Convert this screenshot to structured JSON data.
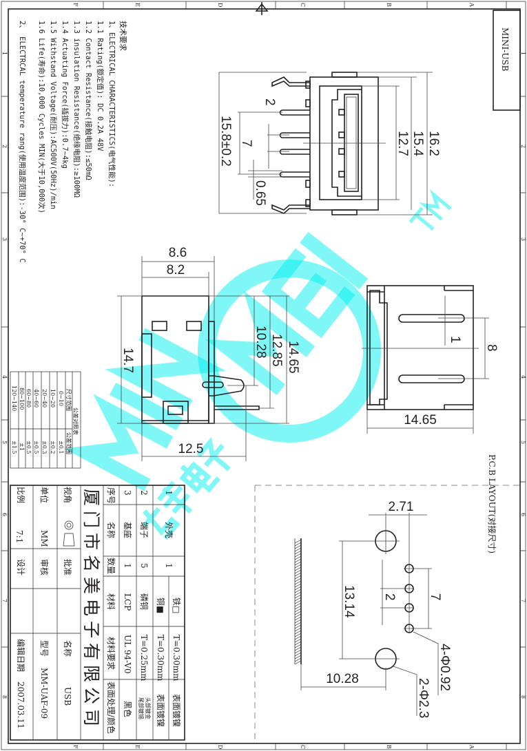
{
  "title_box": "MINI-USB",
  "grid": {
    "letters": [
      "F",
      "E",
      "D",
      "C",
      "B",
      "A"
    ],
    "numbers": [
      "1",
      "2",
      "3",
      "4",
      "5",
      "6",
      "7",
      "8"
    ]
  },
  "requirements": {
    "heading": "技术要求",
    "lines": [
      "1、ELECTRICAL CHARACTERISTICS(电气性能):",
      "1.1 Rating(额定值): DC 0.2A 48V",
      "1.2 Contact Resistance(接触电阻):≤50mΩ",
      "1.3 insulation Resistance(绝缘电阻):≥100MΩ",
      "1.4 Actuating Force(插拔力):0.7~4kg",
      "1.5 Withstand Voltage(耐压):AC500V(50Hz)/min",
      "1.6 Life(寿命):10,000 Cycles MIN(大于10,000次)",
      "2、 ELECTRCAL temperature rang(使用温度范围):-30° C~+70° C"
    ]
  },
  "top_view": {
    "d1": "16.2",
    "d2": "15.4",
    "d3": "12.7",
    "d4": "15.8±0.2",
    "d5": "7",
    "d6": "2",
    "d7": "0.65"
  },
  "side_view": {
    "d1": "8.6",
    "d2": "8.2",
    "d3": "14.7",
    "d4": "10.28",
    "d5": "12.85",
    "d6": "14.65",
    "d7": "12.5"
  },
  "front_view": {
    "d1": "1",
    "d2": "8",
    "d3": "14.65"
  },
  "pcb": {
    "title": "P.C.B LAYOUT(对接尺寸)",
    "d1": "2.71",
    "d2": "13.14",
    "d3": "2",
    "d4": "7",
    "d5": "10.28",
    "d6": "4-Φ0.92",
    "d7": "2-Φ2.3"
  },
  "tolerance": {
    "title": "公差对照表",
    "header": [
      "尺寸范围",
      "公差范围"
    ],
    "rows": [
      [
        "0~10",
        "±0.1"
      ],
      [
        "10~20",
        "±0.2"
      ],
      [
        "20~40",
        "±0.3"
      ],
      [
        "40~60",
        "±0.5"
      ],
      [
        "60~80",
        "±0.5"
      ],
      [
        "80~100",
        "±1"
      ],
      [
        "120~140",
        "±1.5"
      ]
    ]
  },
  "bom": {
    "headers": [
      "序号",
      "名称",
      "数量",
      "材料",
      "材料要求",
      "表面处理/颜色"
    ],
    "rows": [
      {
        "no": "1",
        "name": "外壳",
        "qty": "1",
        "mat_a": "铁□",
        "mat_b": "铜■",
        "req_a": "T=0.30mm",
        "req_b": "T=0.30mm",
        "fin_a": "表面镀镍",
        "fin_b": "表面镀镍"
      },
      {
        "no": "2",
        "name": "端子",
        "qty": "5",
        "mat": "磷铜",
        "req": "T=0.25mm",
        "fin_a": "头部镀金",
        "fin_b": "尾部镀锡"
      },
      {
        "no": "3",
        "name": "基座",
        "qty": "1",
        "mat": "LCP",
        "req": "UL 94-V0",
        "fin": "黑色"
      }
    ]
  },
  "title_block": {
    "company": "厦门市名美电子有限公司",
    "view_label": "视角",
    "unit_label": "单位",
    "unit": "MM",
    "scale_label": "比例",
    "scale": "7:1",
    "approve": "批准",
    "review": "审核",
    "design": "设计",
    "name_label": "名称",
    "name": "USB",
    "model_label": "型号",
    "model": "MM-UAF-09",
    "date_label": "编辑日期",
    "date": "2007.03.11"
  },
  "watermark": {
    "text": "MINGMEI",
    "cn": "名美电子",
    "tm": "TM"
  }
}
